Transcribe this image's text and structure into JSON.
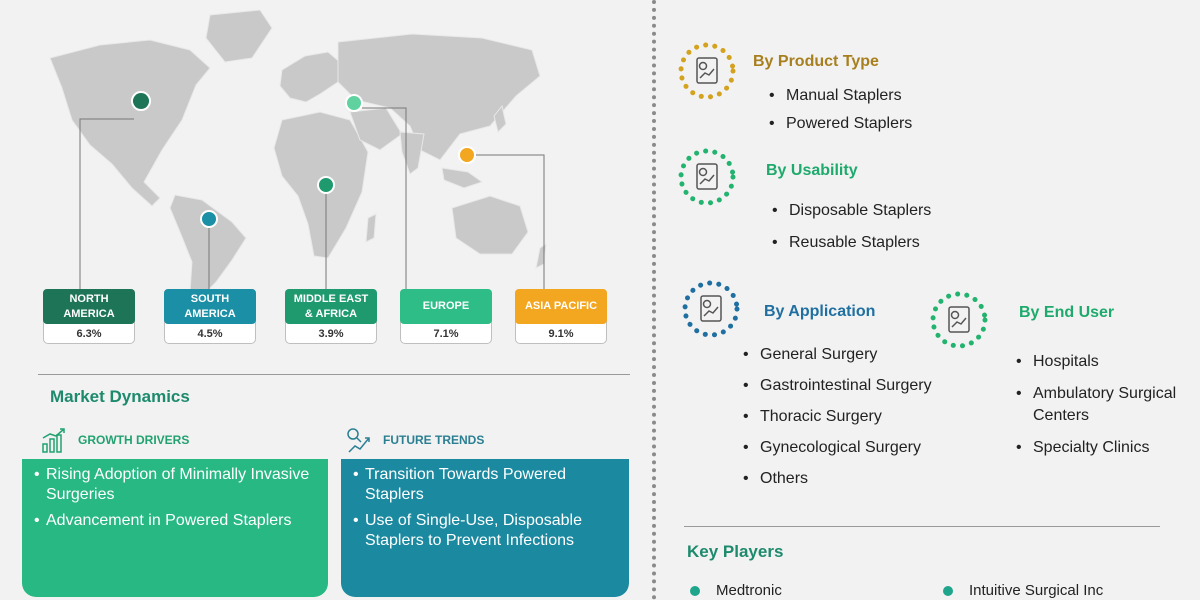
{
  "map": {
    "regions": [
      {
        "name": "NORTH AMERICA",
        "value": "6.3%",
        "color": "#1d7456"
      },
      {
        "name": "SOUTH AMERICA",
        "value": "4.5%",
        "color": "#1a8fa5"
      },
      {
        "name": "MIDDLE EAST & AFRICA",
        "value": "3.9%",
        "color": "#1f9a6f"
      },
      {
        "name": "EUROPE",
        "value": "7.1%",
        "color": "#2ebd86"
      },
      {
        "name": "ASIA PACIFIC",
        "value": "9.1%",
        "color": "#f3a620"
      }
    ]
  },
  "market_dynamics": {
    "title": "Market Dynamics",
    "growth_drivers": {
      "heading": "GROWTH DRIVERS",
      "items": [
        "Rising Adoption of Minimally Invasive Surgeries",
        "Advancement in Powered Staplers"
      ]
    },
    "future_trends": {
      "heading": "FUTURE TRENDS",
      "items": [
        "Transition Towards Powered Staplers",
        "Use of Single-Use, Disposable Staplers to Prevent Infections"
      ]
    }
  },
  "segments": {
    "product_type": {
      "title": "By Product Type",
      "color": "#a87f1e",
      "items": [
        "Manual Staplers",
        "Powered Staplers"
      ]
    },
    "usability": {
      "title": "By Usability",
      "color": "#1eaa6c",
      "items": [
        "Disposable Staplers",
        "Reusable Staplers"
      ]
    },
    "application": {
      "title": "By Application",
      "color": "#1f6fa0",
      "items": [
        "General Surgery",
        "Gastrointestinal Surgery",
        "Thoracic Surgery",
        "Gynecological Surgery",
        "Others"
      ]
    },
    "end_user": {
      "title": "By End User",
      "color": "#1eaa6c",
      "items": [
        "Hospitals",
        "Ambulatory Surgical Centers",
        "Specialty Clinics"
      ]
    }
  },
  "key_players": {
    "title": "Key Players",
    "items": [
      "Medtronic",
      "Intuitive Surgical Inc"
    ]
  }
}
